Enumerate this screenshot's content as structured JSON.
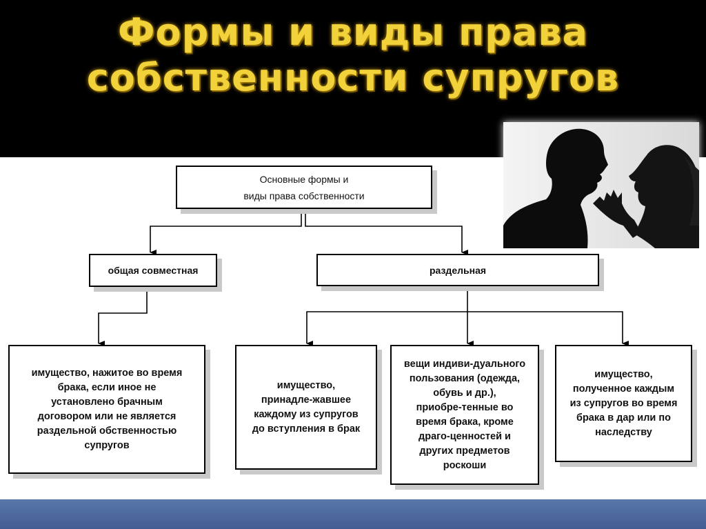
{
  "title": {
    "line1": "Формы и виды права",
    "line2": "собственности супругов"
  },
  "diagram": {
    "root": "Основные формы и\nвиды права собственности",
    "branches": {
      "joint": "общая совместная",
      "separate": "раздельная"
    },
    "leaves": [
      "имущество, нажитое во время\nбрака, если иное не\nустановлено брачным\nдоговором или не является\nраздельной обственностью\nсупругов",
      "имущество,\nпринадле-жавшее\nкаждому из супругов\nдо вступления в брак",
      "вещи индиви-дуального\nпользования (одежда,\nобувь и др.),\nприобре-тенные во\nвремя брака, кроме\nдраго-ценностей и\nдругих предметов\nроскоши",
      "имущество,\nполученное каждым\nиз супругов во время\nбрака в дар или по\nнаследству"
    ]
  },
  "colors": {
    "header_bg": "#000000",
    "title": "#f2d23a",
    "footer": "#4a66a0"
  }
}
